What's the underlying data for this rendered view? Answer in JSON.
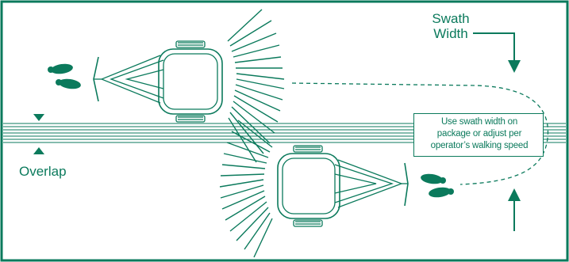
{
  "labels": {
    "swath_line_1": "Swath",
    "swath_line_2": "Width",
    "overlap": "Overlap"
  },
  "note": {
    "line_1": "Use swath width on",
    "line_2": "package or adjust per",
    "line_3": "operator’s walking speed"
  },
  "colors": {
    "green": "#0b7a5c",
    "background": "#ffffff"
  }
}
